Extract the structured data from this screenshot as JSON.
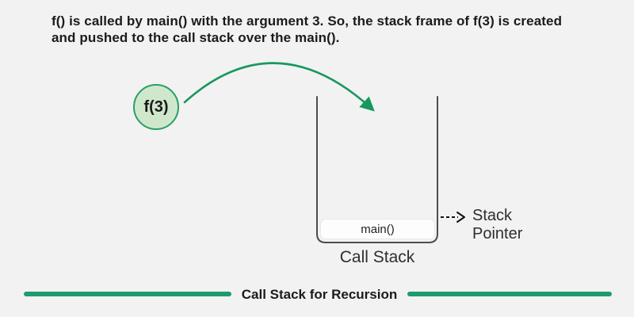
{
  "colors": {
    "background": "#f2f2f2",
    "arrow_green": "#17985e",
    "bar_green": "#1f9b6e",
    "circle_fill": "#cfe8cc",
    "circle_border": "#2b9e68",
    "stack_wall": "#4d4d4d",
    "pointer_black": "#111111",
    "text_dark": "#1b1b1b"
  },
  "description": {
    "text": "f() is called by main() with the argument 3. So, the stack frame of f(3) is created and pushed to the call stack over the main()."
  },
  "diagram": {
    "call_label": "f(3)",
    "frames": [
      {
        "label": "main()"
      }
    ],
    "stack_label": "Call Stack",
    "pointer_label": "Stack Pointer"
  },
  "caption": {
    "text": "Call Stack for Recursion"
  }
}
